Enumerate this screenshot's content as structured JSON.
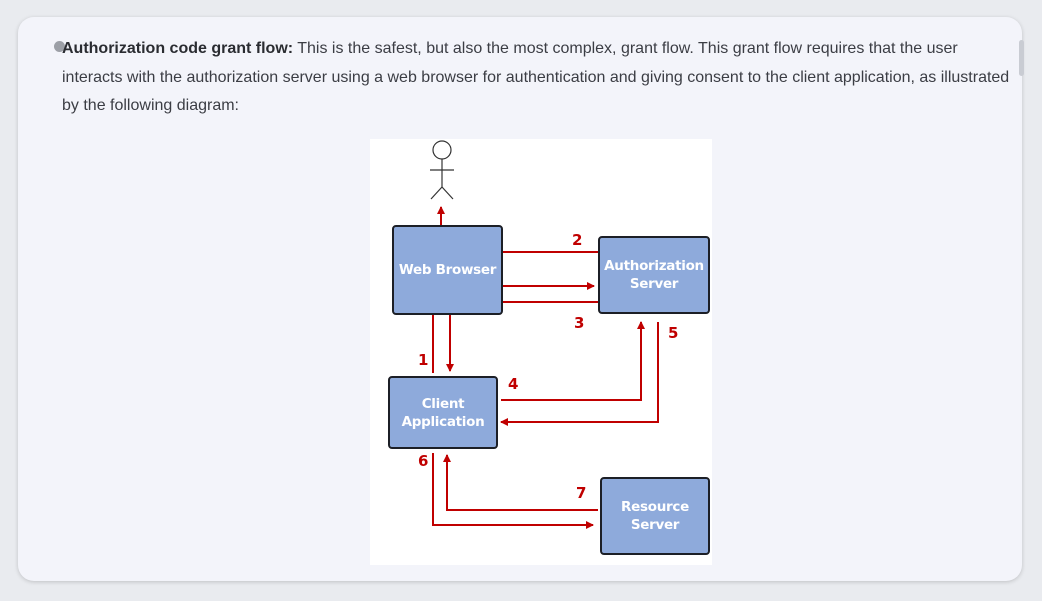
{
  "paragraph": {
    "bold_label": "Authorization code grant flow:",
    "text": " This is the safest, but also the most complex, grant flow. This grant flow requires that the user interacts with the authorization server using a web browser for authentication and giving consent to the client application, as illustrated by the following diagram:"
  },
  "diagram": {
    "web_browser": "Web Browser",
    "authorization_server_line1": "Authorization",
    "authorization_server_line2": "Server",
    "client_application_line1": "Client",
    "client_application_line2": "Application",
    "resource_server_line1": "Resource",
    "resource_server_line2": "Server",
    "step_labels": [
      "1",
      "2",
      "3",
      "4",
      "5",
      "6",
      "7"
    ],
    "colors": {
      "box_fill": "#8eaadb",
      "arrow": "#c00000"
    }
  }
}
